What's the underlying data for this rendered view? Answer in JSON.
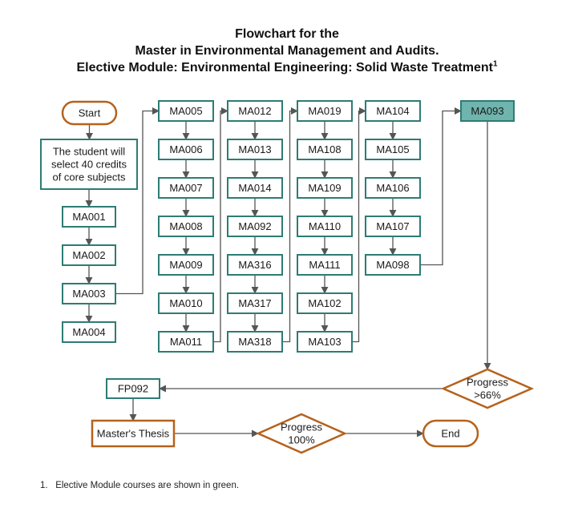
{
  "title": {
    "line1": "Flowchart for the",
    "line2": "Master in Environmental Management and Audits.",
    "line3": "Elective Module: Environmental Engineering: Solid Waste Treatment",
    "footnote_marker": "1"
  },
  "footnote": {
    "number": "1.",
    "text": "Elective Module courses are shown in green."
  },
  "nodes": {
    "start": "Start",
    "intro": [
      "The student will",
      "select 40 credits",
      "of core subjects"
    ],
    "col1": [
      "MA001",
      "MA002",
      "MA003",
      "MA004"
    ],
    "col2": [
      "MA005",
      "MA006",
      "MA007",
      "MA008",
      "MA009",
      "MA010",
      "MA011"
    ],
    "col3": [
      "MA012",
      "MA013",
      "MA014",
      "MA092",
      "MA316",
      "MA317",
      "MA318"
    ],
    "col4": [
      "MA019",
      "MA108",
      "MA109",
      "MA110",
      "MA111",
      "MA102",
      "MA103"
    ],
    "col5": [
      "MA104",
      "MA105",
      "MA106",
      "MA107",
      "MA098"
    ],
    "elective": "MA093",
    "progress66": [
      "Progress",
      ">66%"
    ],
    "fp092": "FP092",
    "thesis": "Master's Thesis",
    "progress100": [
      "Progress",
      "100%"
    ],
    "end": "End"
  },
  "colors": {
    "core_border": "#2d7c74",
    "elective_fill": "#6fb4ad",
    "terminal_border": "#b5621c",
    "edge": "#555555"
  }
}
